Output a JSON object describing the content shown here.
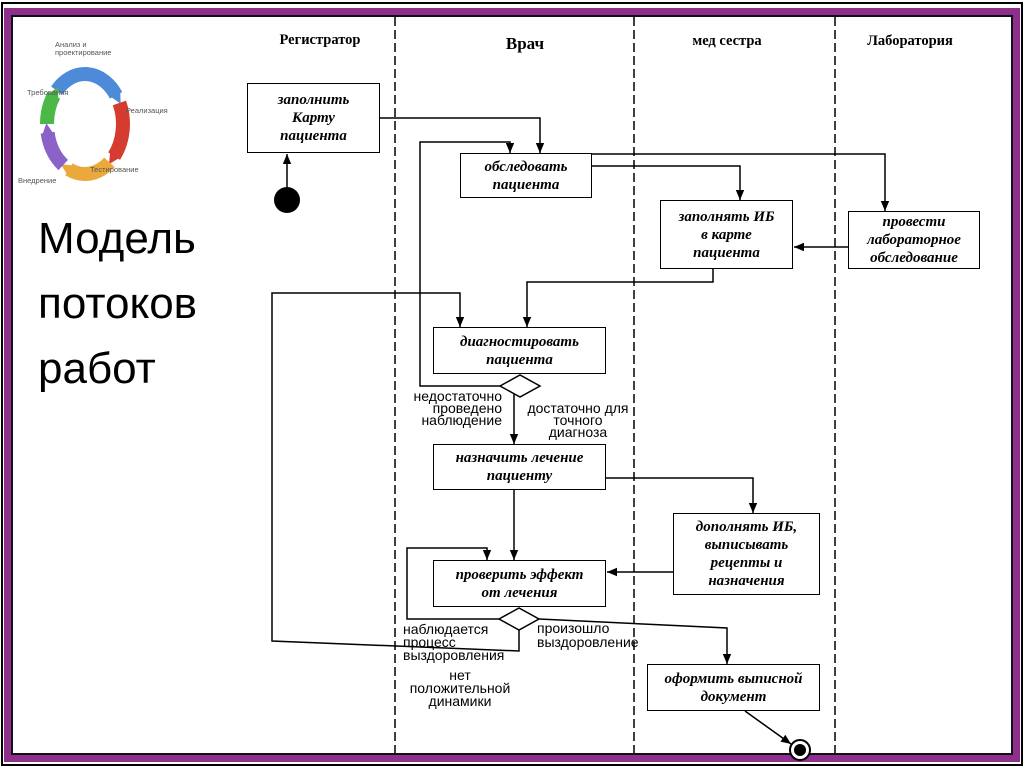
{
  "colors": {
    "frame": "#8f2f8c"
  },
  "lanes": {
    "registrar": "Регистратор",
    "doctor": "Врач",
    "nurse": "мед сестра",
    "lab": "Лаборатория"
  },
  "title": {
    "line1": "Модель",
    "line2": "потоков",
    "line3": "работ"
  },
  "cycle_icon": {
    "analysis": "Анализ и\nпроектирование",
    "requirements": "Требования",
    "implementation": "Реализация",
    "testing": "Тестирование",
    "deployment": "Внедрение"
  },
  "nodes": {
    "fill_card": "заполнить\nКарту\nпациента",
    "examine": "обследовать\nпациента",
    "fill_record": "заполнять ИБ\nв карте\nпациента",
    "lab_test": "провести\nлабораторное\nобследование",
    "diagnose": "диагностировать\nпациента",
    "prescribe": "назначить лечение\nпациенту",
    "update_record": "дополнять ИБ,\nвыписывать\nрецепты и\nназначения",
    "check_effect": "проверить эффект\nот лечения",
    "discharge": "оформить выписной\nдокумент"
  },
  "conditions": {
    "insufficient": "недостаточно\nпроведено\nнаблюдение",
    "sufficient": "достаточно для\nточного\nдиагноза",
    "recovering": "наблюдается\nпроцесс\nвыздоровления",
    "recovered": "произошло\nвыздоровление",
    "no_progress": "нет\nположительной\nдинамики"
  }
}
